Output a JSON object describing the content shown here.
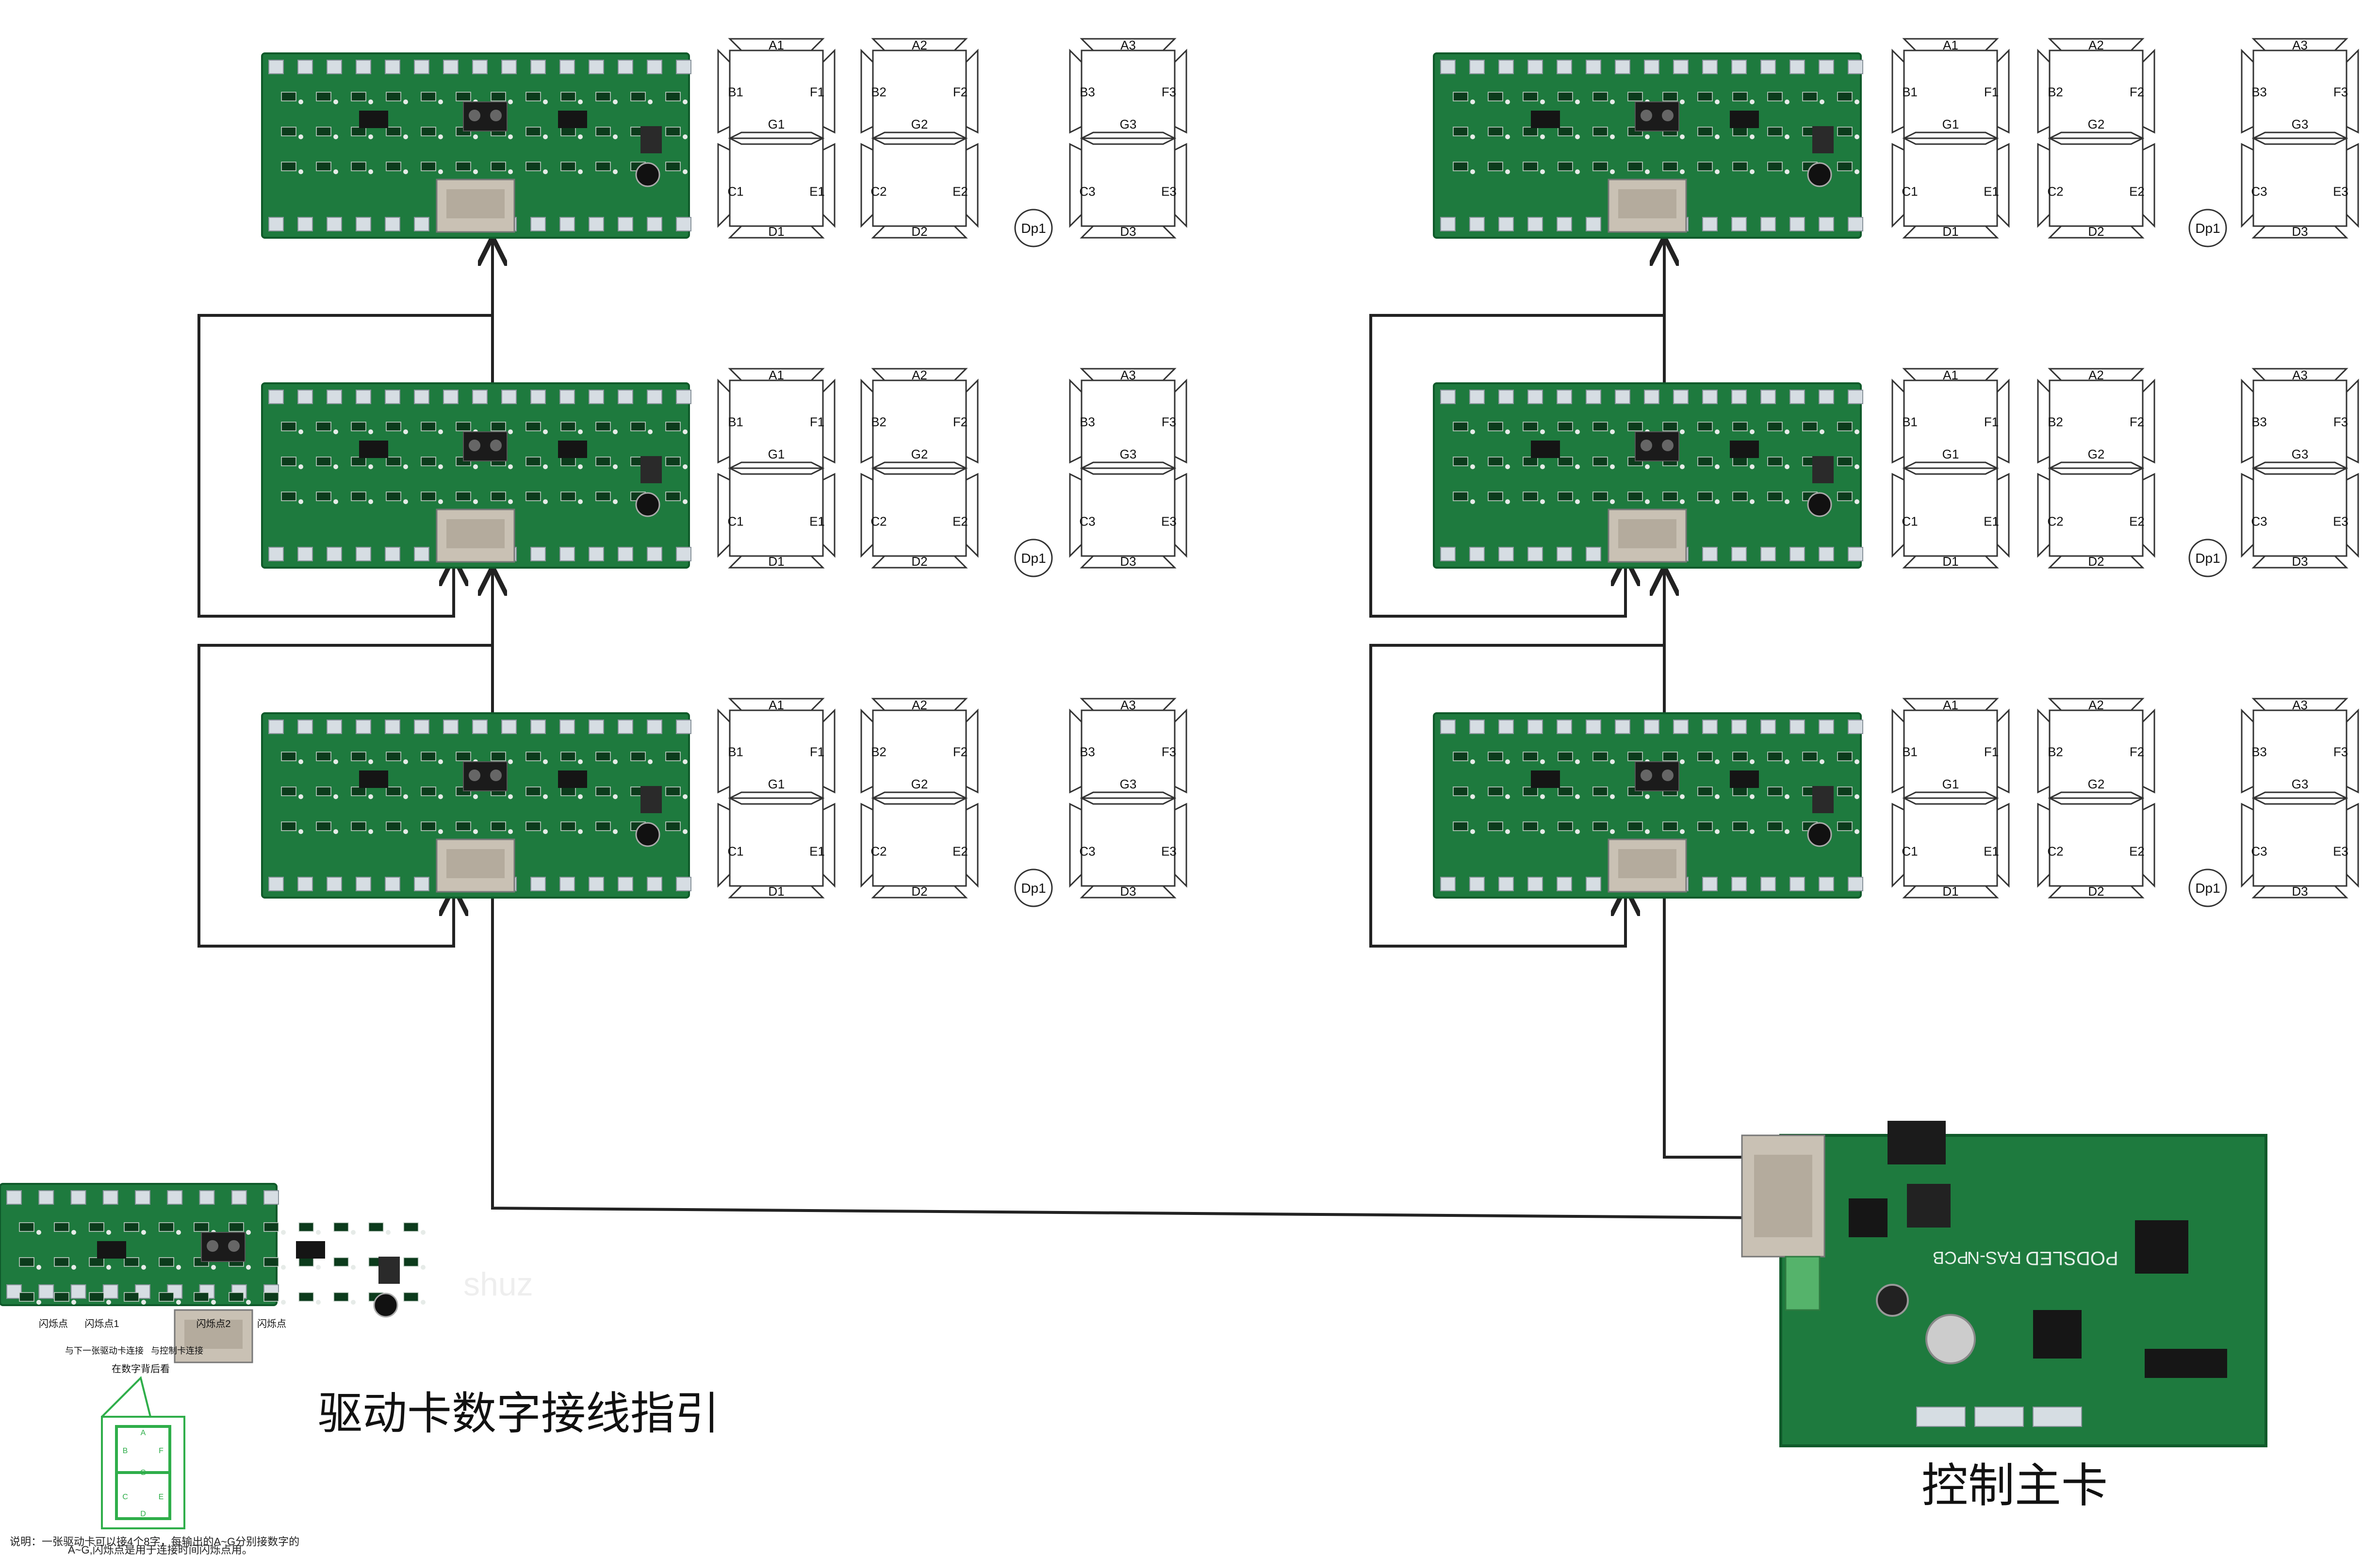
{
  "title": "驱动卡数字接线指引",
  "main_card_label": "控制主卡",
  "board_silkscreen": "PODSLED",
  "board_silkscreen2": "RAS-N",
  "board_silkscreen3": "PCB",
  "watermark": "shuz",
  "legend": {
    "flash_point": "闪烁点",
    "flash_point_1": "闪烁点1",
    "flash_point_2": "闪烁点2",
    "flash_point_end": "闪烁点",
    "next_driver": "与下一张驱动卡连接",
    "control_card": "与控制卡连接",
    "behind_digit": "在数字背后看",
    "note_line1": "说明：一张驱动卡可以接4个8字，每输出的A~G分别接数字的",
    "note_line2": "A~G,闪烁点是用于连接时间闪烁点用。",
    "segments": [
      "A",
      "B",
      "C",
      "D",
      "E",
      "F",
      "G"
    ]
  },
  "digit_segments": [
    "A",
    "B",
    "C",
    "D",
    "E",
    "F",
    "G"
  ],
  "digit_indices": [
    "1",
    "2",
    "3"
  ],
  "dp_label": "Dp1",
  "colors": {
    "pcb": "#1e7a3e",
    "pcb_dark": "#0f5a2a",
    "connector": "#d6dde3",
    "rj45": "#c9c1b4",
    "legend_green": "#2fae4a",
    "wire": "#222222"
  }
}
